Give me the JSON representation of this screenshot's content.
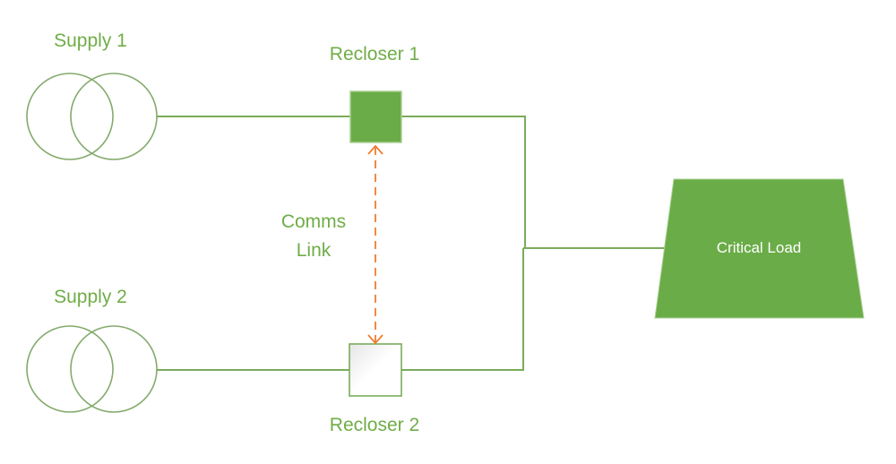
{
  "diagram": {
    "supply1": {
      "label": "Supply 1"
    },
    "supply2": {
      "label": "Supply 2"
    },
    "recloser1": {
      "label": "Recloser 1",
      "state": "closed"
    },
    "recloser2": {
      "label": "Recloser 2",
      "state": "open"
    },
    "comms": {
      "line1": "Comms",
      "line2": "Link"
    },
    "load": {
      "label": "Critical Load"
    },
    "colors": {
      "primary": "#70ad47",
      "line": "#7aab5a",
      "fill": "#6aac47",
      "comms": "#ed7d31"
    }
  }
}
